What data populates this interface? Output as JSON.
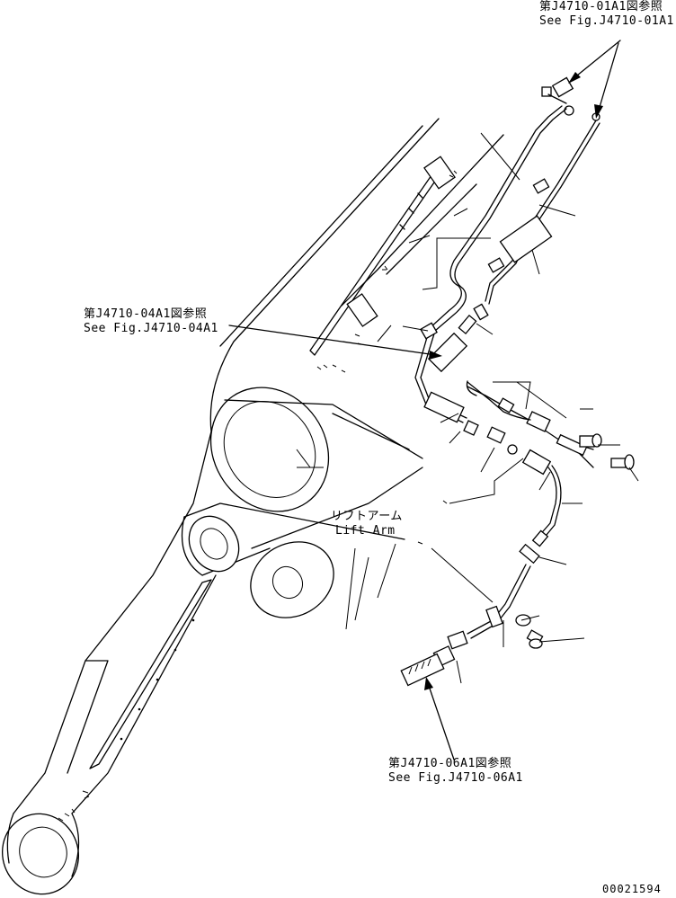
{
  "references": {
    "top": {
      "jp": "第J4710-01A1図参照",
      "en": "See Fig.J4710-01A1"
    },
    "middle": {
      "jp": "第J4710-04A1図参照",
      "en": "See Fig.J4710-04A1"
    },
    "bottom": {
      "jp": "第J4710-06A1図参照",
      "en": "See Fig.J4710-06A1"
    }
  },
  "lift_arm": {
    "jp": "リフトアーム",
    "en": "Lift Arm"
  },
  "drawing_number": "00021594"
}
